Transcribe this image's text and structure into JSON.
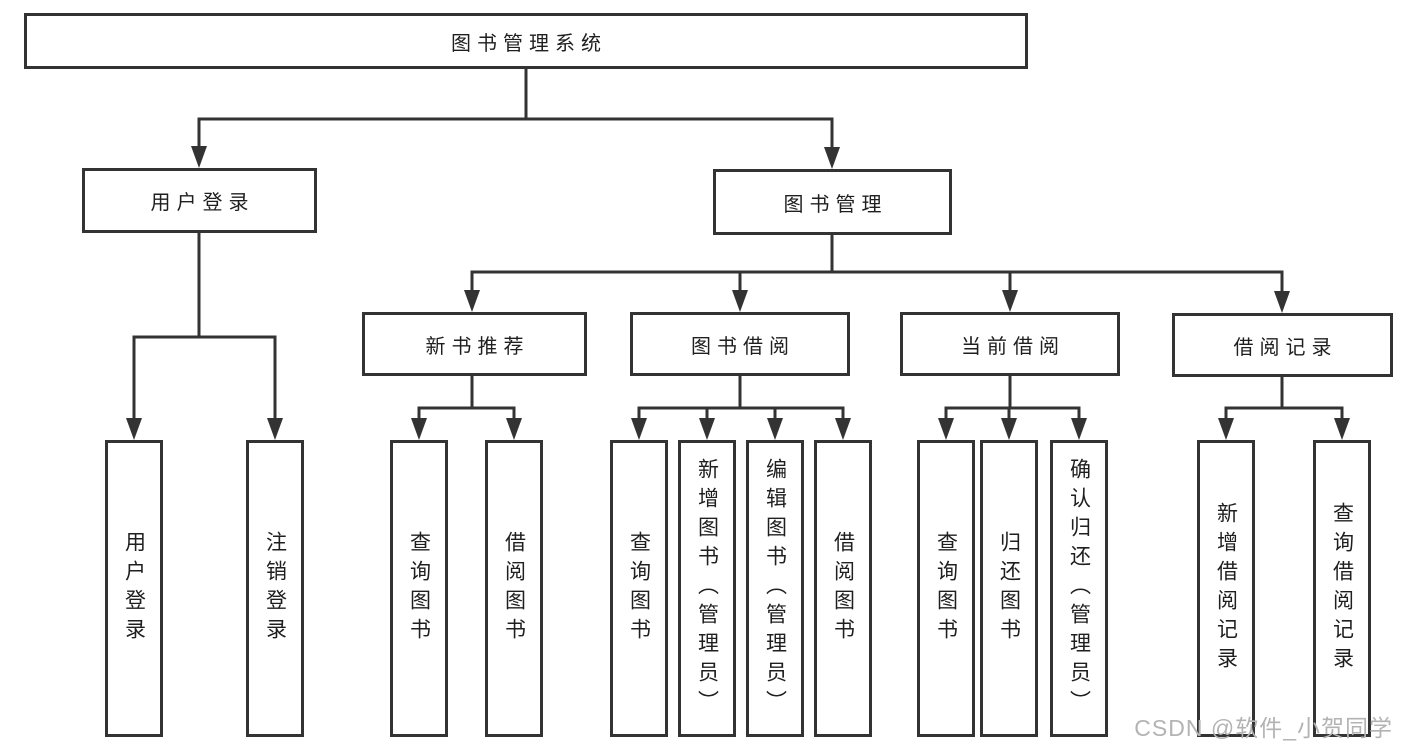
{
  "root": {
    "label": "图书管理系统"
  },
  "level2": [
    {
      "label": "用户登录"
    },
    {
      "label": "图书管理"
    }
  ],
  "level3": [
    {
      "label": "新书推荐"
    },
    {
      "label": "图书借阅"
    },
    {
      "label": "当前借阅"
    },
    {
      "label": "借阅记录"
    }
  ],
  "leaves": {
    "user_login": [
      "用户登录",
      "注销登录"
    ],
    "new_book": [
      "查询图书",
      "借阅图书"
    ],
    "book_borrow": [
      "查询图书",
      "新增图书（管理员）",
      "编辑图书（管理员）",
      "借阅图书"
    ],
    "current_borrow": [
      "查询图书",
      "归还图书",
      "确认归还（管理员）"
    ],
    "borrow_record": [
      "新增借阅记录",
      "查询借阅记录"
    ]
  },
  "watermark": "CSDN @软件_小贺同学",
  "colors": {
    "line": "#333333",
    "border": "#333333",
    "text": "#1f1f1f",
    "watermark": "#b3b3b3",
    "background": "#ffffff"
  }
}
